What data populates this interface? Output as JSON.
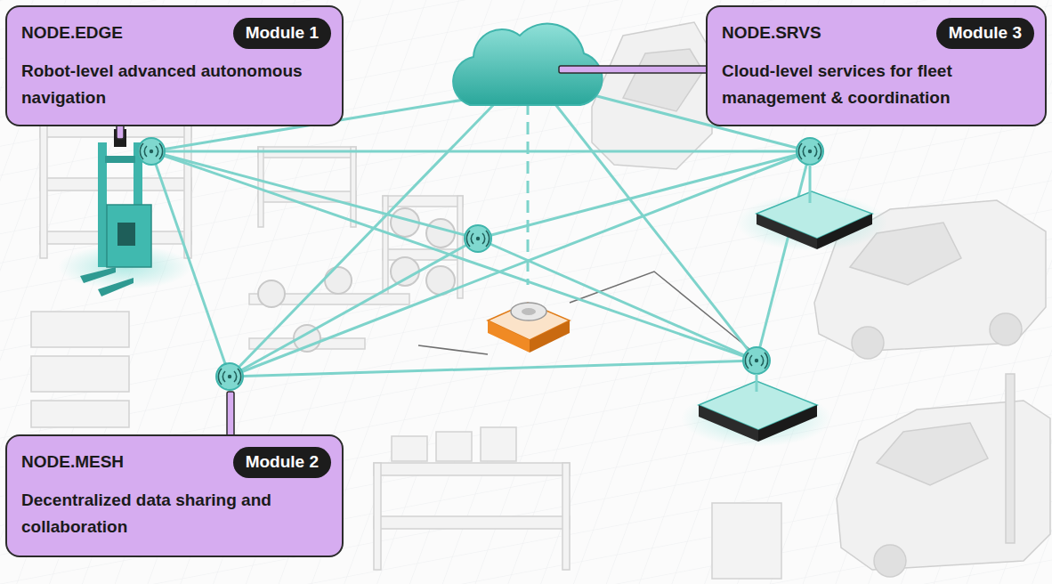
{
  "diagram": {
    "nodes": [
      {
        "text": [
          "NODE.EDGE",
          "Robot-level advanced autonomous navigation"
        ]
      },
      {
        "text": [
          "Module 1"
        ],
        "in": 0
      },
      {
        "text": [
          "NODE.SRVS",
          "Cloud-level services for fleet management & coordination"
        ]
      },
      {
        "text": [
          "Module 3"
        ],
        "in": 2
      },
      {
        "text": [
          "NODE.MESH",
          "Decentralized data sharing and collaboration"
        ]
      },
      {
        "text": [
          "Module 2"
        ],
        "in": 4
      }
    ]
  }
}
